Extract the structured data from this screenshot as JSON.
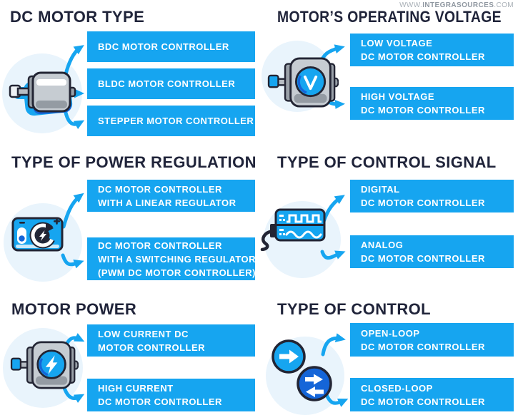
{
  "watermark": {
    "prefix": "WWW.",
    "brand": "INTEGRASOURCES",
    "suffix": ".COM"
  },
  "colors": {
    "accent": "#16a5f0",
    "dark_blue": "#1565d8",
    "outline": "#232534",
    "circle": "#e9f4fc",
    "heading": "#20243a",
    "watermark": "#a9b0b7"
  },
  "sections": [
    {
      "title": "DC MOTOR TYPE",
      "icon": "brushed-dc-motor-icon",
      "boxes": [
        {
          "lines": [
            "BDC MOTOR CONTROLLER"
          ]
        },
        {
          "lines": [
            "BLDC MOTOR CONTROLLER"
          ]
        },
        {
          "lines": [
            "STEPPER MOTOR CONTROLLER"
          ]
        }
      ]
    },
    {
      "title": "MOTOR’S OPERATING VOLTAGE",
      "icon": "voltmeter-motor-icon",
      "boxes": [
        {
          "lines": [
            "LOW VOLTAGE",
            "DC MOTOR CONTROLLER"
          ]
        },
        {
          "lines": [
            "HIGH VOLTAGE",
            "DC MOTOR CONTROLLER"
          ]
        }
      ]
    },
    {
      "title": "TYPE OF POWER REGULATION",
      "icon": "regulator-board-icon",
      "boxes": [
        {
          "lines": [
            "DC MOTOR CONTROLLER",
            "WITH A LINEAR REGULATOR"
          ]
        },
        {
          "lines": [
            "DC MOTOR CONTROLLER",
            "WITH A SWITCHING REGULATOR",
            "(PWM DC MOTOR CONTROLLER)"
          ]
        }
      ]
    },
    {
      "title": "TYPE OF CONTROL SIGNAL",
      "icon": "signal-waveforms-icon",
      "boxes": [
        {
          "lines": [
            "DIGITAL",
            "DC MOTOR CONTROLLER"
          ]
        },
        {
          "lines": [
            "ANALOG",
            "DC MOTOR CONTROLLER"
          ]
        }
      ]
    },
    {
      "title": "MOTOR POWER",
      "icon": "power-motor-icon",
      "boxes": [
        {
          "lines": [
            "LOW CURRENT DC",
            "MOTOR CONTROLLER"
          ]
        },
        {
          "lines": [
            "HIGH CURRENT",
            "DC MOTOR CONTROLLER"
          ]
        }
      ]
    },
    {
      "title": "TYPE OF CONTROL",
      "icon": "loop-arrows-icon",
      "boxes": [
        {
          "lines": [
            "OPEN-LOOP",
            "DC MOTOR CONTROLLER"
          ]
        },
        {
          "lines": [
            "CLOSED-LOOP",
            "DC MOTOR CONTROLLER"
          ]
        }
      ]
    }
  ]
}
